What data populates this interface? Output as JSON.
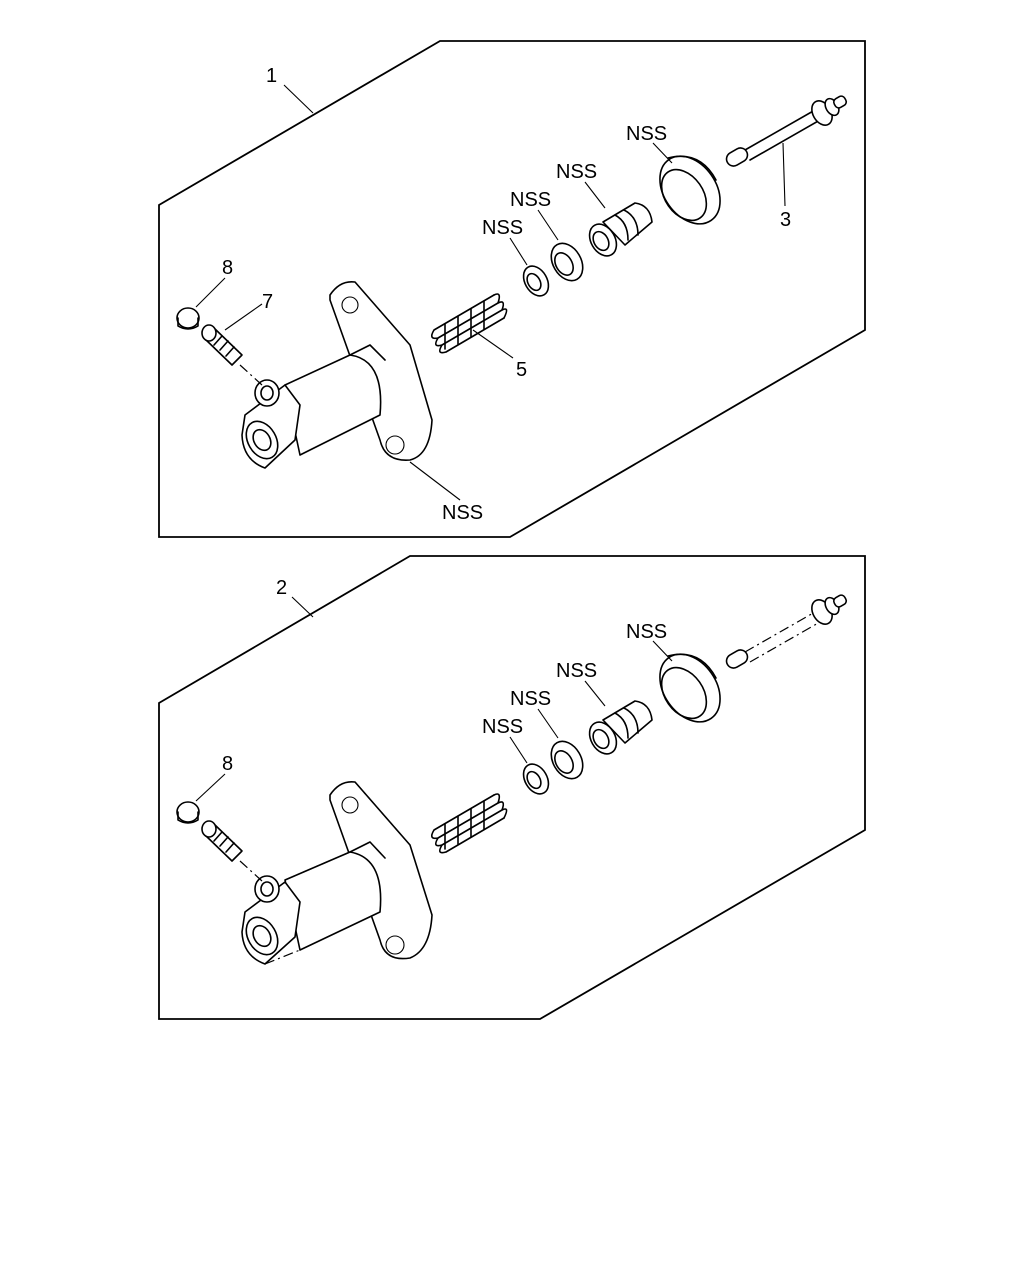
{
  "panels": [
    {
      "callout": "1",
      "labels": {
        "cap": "NSS",
        "piston": "NSS",
        "cup": "NSS",
        "ring": "NSS",
        "body": "NSS",
        "pushrod": "3",
        "spring": "5",
        "bleeder_screw": "7",
        "bleeder_cap": "8"
      }
    },
    {
      "callout": "2",
      "labels": {
        "cap": "NSS",
        "piston": "NSS",
        "cup": "NSS",
        "ring": "NSS",
        "bleeder_cap": "8"
      }
    }
  ]
}
